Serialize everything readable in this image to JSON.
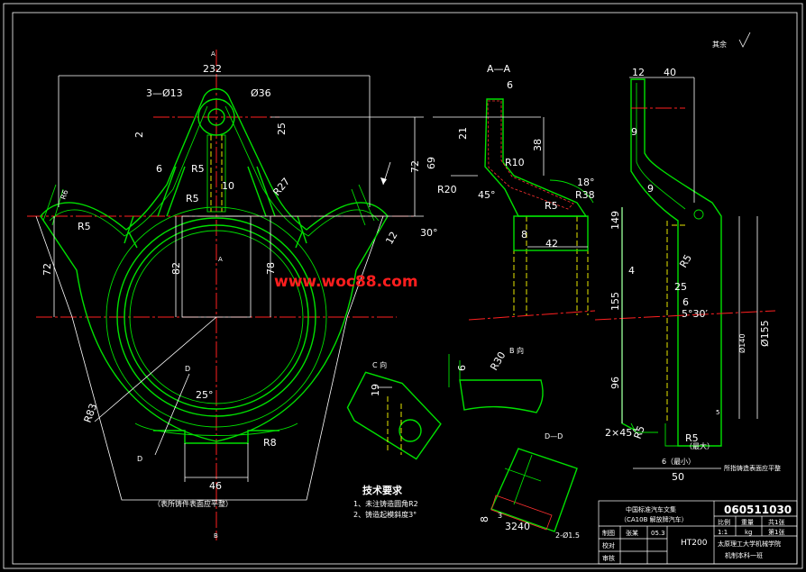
{
  "drawing": {
    "roughness_mark": "其余",
    "watermark": "www.woc88.com",
    "technical_requirements": {
      "title": "技术要求",
      "items": [
        "1、未注铸造圆角R2",
        "2、铸造起模斜度3°"
      ]
    },
    "casting_note": "（表所铸件表面应平整）",
    "side_note": "所指铸造表面应平整",
    "view_labels": {
      "section_aa": "A—A",
      "view_b": "B 向",
      "view_c": "C 向",
      "section_dd": "D—D",
      "mark_a": "A",
      "mark_b": "B",
      "mark_d": "D"
    },
    "dimensions": {
      "main_view": [
        "232",
        "3—Ø13",
        "Ø36",
        "2",
        "25",
        "R5",
        "10",
        "6",
        "R5",
        "R27",
        "72",
        "69",
        "30°",
        "R6",
        "R5",
        "82",
        "78",
        "72",
        "12",
        "R83",
        "25°",
        "R8",
        "46"
      ],
      "section_aa": [
        "6",
        "21",
        "38",
        "R10",
        "18°",
        "R20",
        "45°",
        "R5",
        "R38",
        "8",
        "42"
      ],
      "view_b": [
        "6",
        "R30"
      ],
      "view_c": [
        "19"
      ],
      "section_dd": [
        "3",
        "8",
        "32",
        "40",
        "2-Ø1.5"
      ],
      "side_view": [
        "12",
        "40",
        "9",
        "9",
        "149",
        "4",
        "25",
        "6",
        "155",
        "5°30′",
        "Ø140",
        "Ø155",
        "R5",
        "96",
        "2×45°",
        "R5",
        "R5",
        "50",
        "6（最小）",
        "（最大）",
        "5"
      ]
    }
  },
  "title_block": {
    "project": "中国标准汽车文集",
    "subtitle": "（CA10B 解放牌汽车）",
    "drawing_number": "060511030",
    "row_labels": [
      "制图",
      "校对",
      "审核"
    ],
    "drawer": "张某",
    "date": "05.3",
    "material": "HT200",
    "scale_header": [
      "比例",
      "重量",
      "共1张"
    ],
    "scale_values": [
      "1:1",
      "kg",
      "第1张"
    ],
    "school": "太原理工大学机械学院",
    "class": "机制本科一班"
  }
}
